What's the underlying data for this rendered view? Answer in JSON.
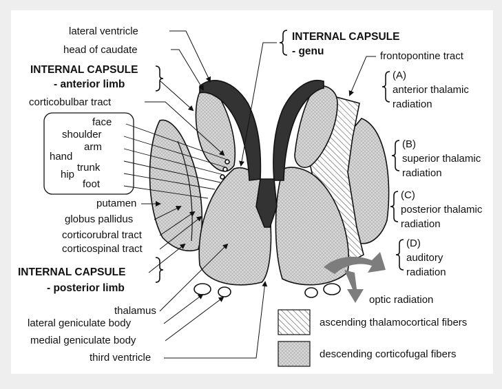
{
  "colors": {
    "background": "#eeeeee",
    "panel": "#ffffff",
    "ventricle": "#333333",
    "tissue_fill": "#d4d4d4",
    "hatch": "#555555",
    "arrow_gray": "#7d7d7d"
  },
  "labels": {
    "lateral_ventricle": "lateral ventricle",
    "head_of_caudate": "head of caudate",
    "ic_anterior_1": "INTERNAL CAPSULE",
    "ic_anterior_2": "- anterior limb",
    "corticobulbar": "corticobulbar tract",
    "face": "face",
    "shoulder": "shoulder",
    "arm": "arm",
    "hand": "hand",
    "trunk": "trunk",
    "hip": "hip",
    "foot": "foot",
    "putamen": "putamen",
    "globus_pallidus": "globus pallidus",
    "corticorubral": "corticorubral tract",
    "corticospinal": "corticospinal tract",
    "ic_posterior_1": "INTERNAL CAPSULE",
    "ic_posterior_2": "- posterior limb",
    "thalamus": "thalamus",
    "lateral_geniculate": "lateral geniculate body",
    "medial_geniculate": "medial geniculate body",
    "third_ventricle": "third ventricle",
    "ic_genu_1": "INTERNAL CAPSULE",
    "ic_genu_2": "- genu",
    "frontopontine": "frontopontine tract",
    "a_tag": "(A)",
    "a_1": "anterior thalamic",
    "a_2": "radiation",
    "b_tag": "(B)",
    "b_1": "superior thalamic",
    "b_2": "radiation",
    "c_tag": "(C)",
    "c_1": "posterior thalamic",
    "c_2": "radiation",
    "d_tag": "(D)",
    "d_1": "auditory",
    "d_2": "radiation",
    "optic_radiation": "optic radiation"
  },
  "legend": [
    {
      "pattern": "hatch",
      "label": "ascending thalamocortical fibers"
    },
    {
      "pattern": "crosshatch",
      "label": "descending corticofugal fibers"
    }
  ]
}
